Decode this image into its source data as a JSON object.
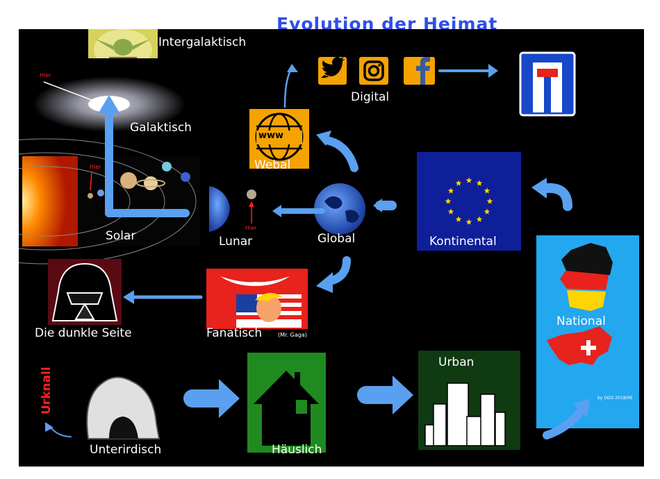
{
  "title": "Evolution der Heimat",
  "stages": {
    "intergalaktisch": "Intergalaktisch",
    "galaktisch": "Galaktisch",
    "solar": "Solar",
    "lunar": "Lunar",
    "global": "Global",
    "webal": "Webal",
    "digital": "Digital",
    "kontinental": "Kontinental",
    "national": "National",
    "fanatisch": "Fanatisch",
    "fanatisch_note": "(Mr. Gaga)",
    "dunkle_seite": "Die dunkle Seite",
    "urknall": "Urknall",
    "unterirdisch": "Unterirdisch",
    "haeuslich": "Häuslich",
    "urban": "Urban"
  },
  "markers": {
    "hier": "Hier"
  },
  "credit": "by ODO 2018/06",
  "webal_icon_text": "www",
  "colors": {
    "arrow": "#5aa0f0",
    "background": "#000000",
    "title": "#2f4fe8",
    "eu_blue": "#0f1f9a",
    "eu_star": "#ffd400",
    "green_box": "#1f8a1f",
    "dark_green": "#0f3a12",
    "red_box": "#e8221c",
    "orange": "#f5a300",
    "national_blue": "#23a7ef",
    "urknall": "#ff2020"
  },
  "icons": [
    "yoda-image",
    "galaxy-image",
    "solar-system-image",
    "earth-moon-image",
    "globe-icon",
    "www-globe-icon",
    "twitter-icon",
    "instagram-icon",
    "facebook-icon",
    "dead-end-sign-icon",
    "eu-flag",
    "germany-switzerland-map",
    "trump-flag-image",
    "darth-vader-icon",
    "cave-image",
    "house-icon",
    "city-icon"
  ]
}
